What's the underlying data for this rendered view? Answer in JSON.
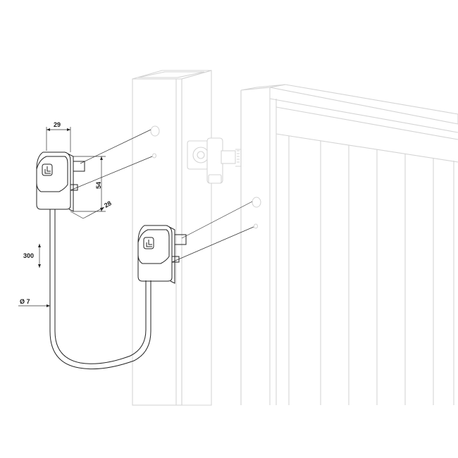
{
  "diagram": {
    "dimensions": {
      "width": "29",
      "height": "54",
      "depth": "28",
      "cable_length": "300",
      "cable_diameter": "Ø 7"
    },
    "colors": {
      "ink": "#222222",
      "ghost": "#d4d4d4",
      "background": "#ffffff"
    },
    "icons": {
      "connector": "cable-connector-icon",
      "hinge": "gate-hinge-icon"
    }
  }
}
